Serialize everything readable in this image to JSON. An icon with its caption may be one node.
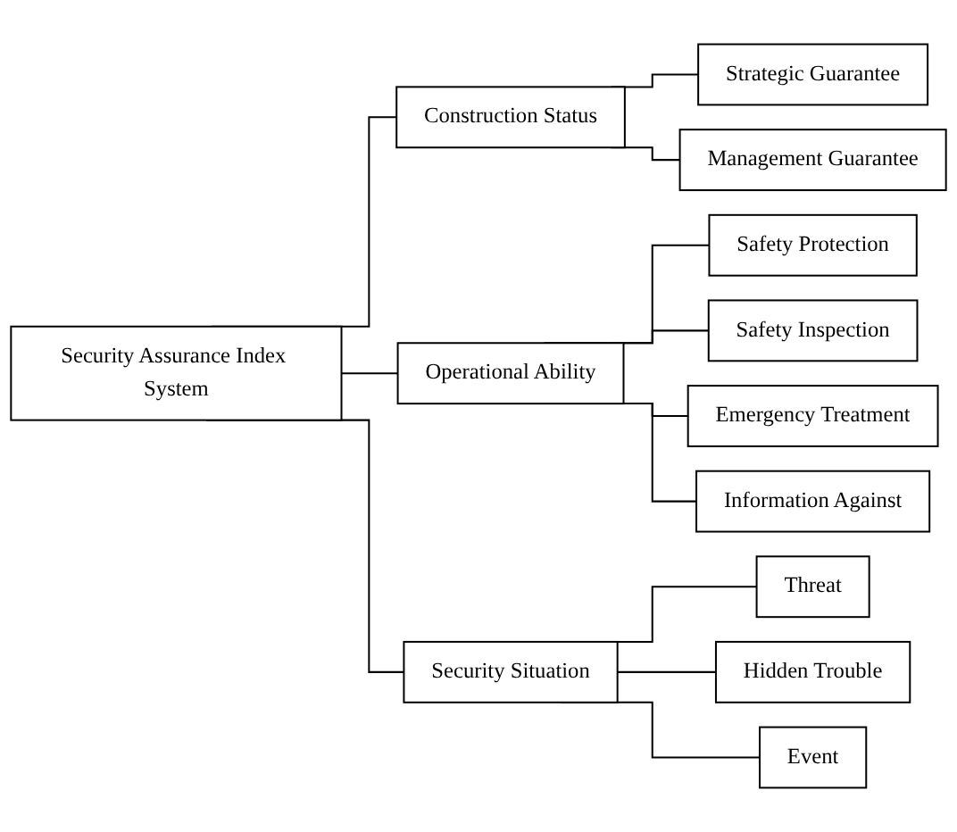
{
  "diagram": {
    "nodes": [
      {
        "text": [
          "Security Assurance Index System"
        ]
      },
      {
        "text": [
          "Construction Status"
        ]
      },
      {
        "text": [
          "Strategic Guarantee"
        ]
      },
      {
        "text": [
          "Management Guarantee"
        ]
      },
      {
        "text": [
          "Operational Ability"
        ]
      },
      {
        "text": [
          "Safety Protection"
        ]
      },
      {
        "text": [
          "Safety Inspection"
        ]
      },
      {
        "text": [
          "Emergency Treatment"
        ]
      },
      {
        "text": [
          "Information Against"
        ]
      },
      {
        "text": [
          "Security Situation"
        ]
      },
      {
        "text": [
          "Threat"
        ]
      },
      {
        "text": [
          "Hidden Trouble"
        ]
      },
      {
        "text": [
          "Event"
        ]
      }
    ],
    "edges": [
      {
        "from": 0,
        "to": 1,
        "arrow": "none"
      },
      {
        "from": 0,
        "to": 4,
        "arrow": "none"
      },
      {
        "from": 0,
        "to": 9,
        "arrow": "none"
      },
      {
        "from": 1,
        "to": 2,
        "arrow": "none"
      },
      {
        "from": 1,
        "to": 3,
        "arrow": "none"
      },
      {
        "from": 4,
        "to": 5,
        "arrow": "none"
      },
      {
        "from": 4,
        "to": 6,
        "arrow": "none"
      },
      {
        "from": 4,
        "to": 7,
        "arrow": "none"
      },
      {
        "from": 4,
        "to": 8,
        "arrow": "none"
      },
      {
        "from": 9,
        "to": 10,
        "arrow": "none"
      },
      {
        "from": 9,
        "to": 11,
        "arrow": "none"
      },
      {
        "from": 9,
        "to": 12,
        "arrow": "none"
      }
    ]
  }
}
